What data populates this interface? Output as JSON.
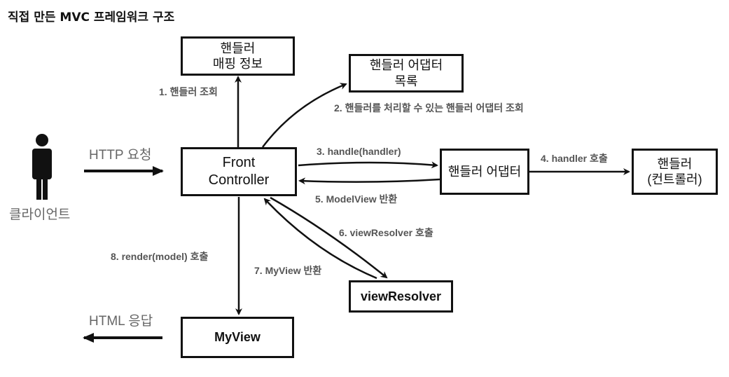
{
  "title": "직접 만든 MVC 프레임워크 구조",
  "nodes": {
    "handler_mapping": {
      "line1": "핸들러",
      "line2": "매핑 정보"
    },
    "adapter_list": {
      "line1": "핸들러 어댑터",
      "line2": "목록"
    },
    "front_controller": {
      "line1": "Front",
      "line2": "Controller"
    },
    "handler_adapter": {
      "line1": "핸들러 어댑터"
    },
    "handler": {
      "line1": "핸들러",
      "line2": "(컨트롤러)"
    },
    "view_resolver": {
      "line1": "viewResolver"
    },
    "my_view": {
      "line1": "MyView"
    },
    "client": {
      "label": "클라이언트"
    }
  },
  "edges": {
    "http_request": "HTTP 요청",
    "html_response": "HTML 응답",
    "step1": "1. 핸들러 조회",
    "step2": "2. 핸들러를 처리할 수 있는 핸들러 어댑터 조회",
    "step3": "3. handle(handler)",
    "step4": "4. handler 호출",
    "step5": "5. ModelView 반환",
    "step6": "6. viewResolver 호출",
    "step7": "7. MyView 반환",
    "step8": "8. render(model) 호출"
  }
}
